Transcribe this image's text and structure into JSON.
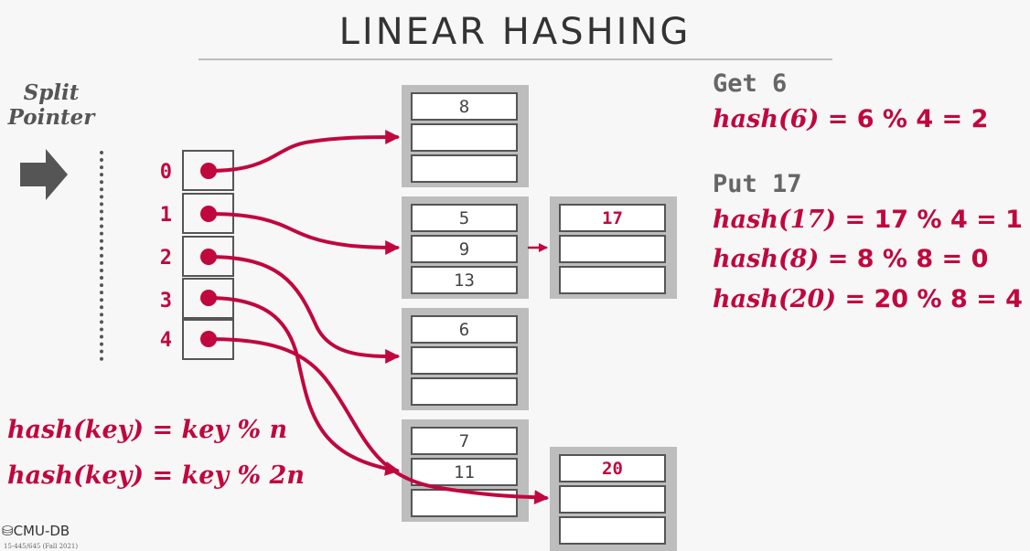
{
  "title": "LINEAR HASHING",
  "split_pointer": {
    "label_line1": "Split",
    "label_line2": "Pointer"
  },
  "directory": [
    {
      "index": "0"
    },
    {
      "index": "1"
    },
    {
      "index": "2"
    },
    {
      "index": "3"
    },
    {
      "index": "4"
    }
  ],
  "buckets": [
    {
      "slots": [
        "8",
        "",
        ""
      ]
    },
    {
      "slots": [
        "5",
        "9",
        "13"
      ]
    },
    {
      "slots": [
        "17",
        "",
        ""
      ]
    },
    {
      "slots": [
        "6",
        "",
        ""
      ]
    },
    {
      "slots": [
        "7",
        "11",
        ""
      ]
    },
    {
      "slots": [
        "20",
        "",
        ""
      ]
    }
  ],
  "formulas": {
    "line1": "hash(key) = key % n",
    "line2": "hash(key) = key % 2n"
  },
  "operations": {
    "get_label": "Get 6",
    "get_lhs": "hash(6)",
    "get_rhs": "= 6 % 4 = 2",
    "put_label": "Put 17",
    "put1_lhs": "hash(17)",
    "put1_rhs": "= 17 % 4 = 1",
    "put2_lhs": "hash(8)",
    "put2_rhs": "= 8 % 8 = 0",
    "put3_lhs": "hash(20)",
    "put3_rhs": "= 20 % 8 = 4"
  },
  "logo": "CMU-DB",
  "course": "15-445/645 (Fall 2021)",
  "colors": {
    "accent": "#c0073e",
    "text": "#333333",
    "bucket_bg": "#bdbdbd",
    "arrow_gray": "#555555"
  }
}
